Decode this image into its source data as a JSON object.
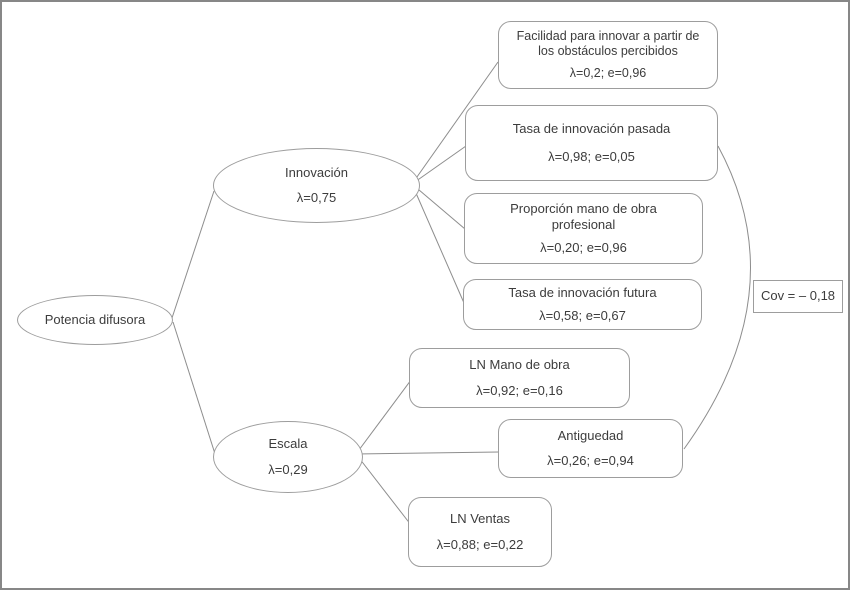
{
  "style": {
    "background": "#ffffff",
    "frame_border_color": "#878787",
    "node_border_color": "#9d9d9d",
    "line_color": "#8d8d8d",
    "text_color": "#3c3c3c"
  },
  "diagram": {
    "root": {
      "label": "Potencia difusora"
    },
    "factors": {
      "innovacion": {
        "label": "Innovación",
        "loading": "λ=0,75"
      },
      "escala": {
        "label": "Escala",
        "loading": "λ=0,29"
      }
    },
    "indicators": {
      "facilidad": {
        "label_lines": [
          "Facilidad para innovar a partir de",
          "los obstáculos percibidos"
        ],
        "stats": "λ=0,2; e=0,96"
      },
      "tasa_pasada": {
        "label": "Tasa de innovación pasada",
        "stats": "λ=0,98; e=0,05"
      },
      "proporcion": {
        "label_lines": [
          "Proporción mano de obra",
          "profesional"
        ],
        "stats": "λ=0,20; e=0,96"
      },
      "tasa_futura": {
        "label": "Tasa de innovación futura",
        "stats": "λ=0,58; e=0,67"
      },
      "ln_mano": {
        "label": "LN Mano de obra",
        "stats": "λ=0,92; e=0,16"
      },
      "antiguedad": {
        "label": "Antiguedad",
        "stats": "λ=0,26; e=0,94"
      },
      "ln_ventas": {
        "label": "LN Ventas",
        "stats": "λ=0,88; e=0,22"
      }
    },
    "covariance": {
      "label": "Cov = – 0,18"
    }
  }
}
